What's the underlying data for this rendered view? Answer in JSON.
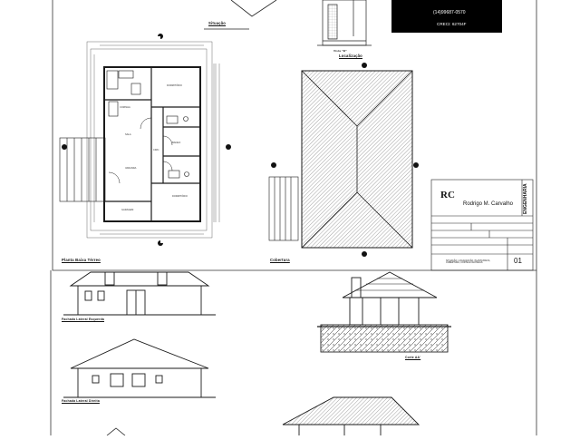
{
  "sheet": {
    "contact_phone": "(14)99687-0570",
    "contact_creci": "CRECI: 62704F",
    "captions": {
      "situacao": "Situação",
      "localizacao": "Localização",
      "planta": "Planta Baixa Térreo",
      "cobertura": "Cobertura",
      "lateral_esquerda": "Fachada Lateral Esquerda",
      "lateral_direita": "Fachada Lateral Direita",
      "corte": "Corte AA'",
      "vista": "Vista \"B\""
    },
    "rooms": {
      "dormitorio_1": "DORMITÓRIO",
      "dormitorio_2": "DORMITÓRIO",
      "cozinha": "COZINHA",
      "sala": "SALA",
      "banho": "BANHO",
      "varanda": "VARANDA",
      "garagem": "GARAGEM",
      "circulacao": "CIRC."
    },
    "title_block": {
      "logo": "RC",
      "name": "Rodrigo M. Carvalho",
      "role": "ENGENHARIA",
      "sheet_number": "01",
      "subject": "SITUAÇÃO, LOCALIZAÇÃO, PLANTA BAIXA, COBERTURA, CORTE E FACHADAS"
    },
    "colors": {
      "line": "#1a1a1a",
      "roof_hatch": "#9a9a9a",
      "panel": "#000000"
    }
  }
}
